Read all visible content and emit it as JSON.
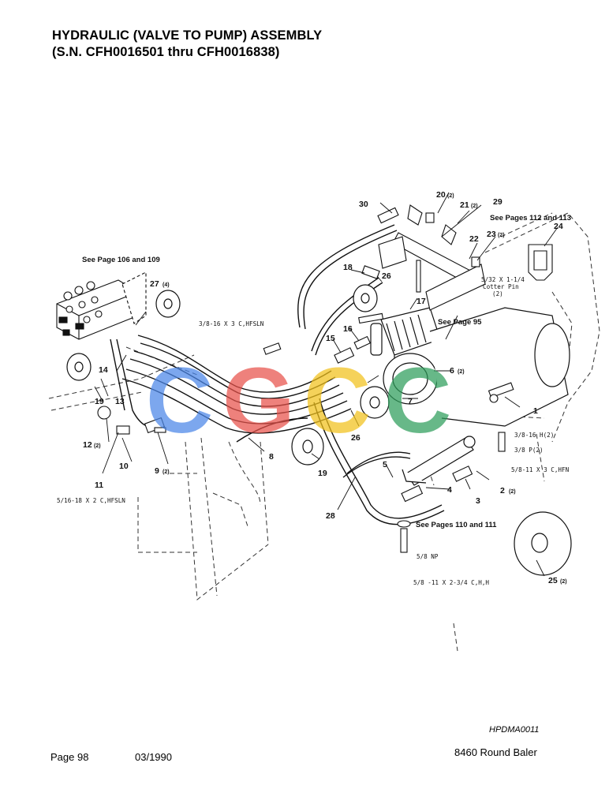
{
  "header": {
    "title_line1": "HYDRAULIC (VALVE TO PUMP) ASSEMBLY",
    "title_line2": "(S.N. CFH0016501 thru CFH0016838)"
  },
  "refs": {
    "see_106": "See Page 106 and 109",
    "see_112": "See Pages 112 and 113",
    "see_95": "See Page 95",
    "see_110": "See Pages 110 and 111"
  },
  "parts": {
    "p1": "1",
    "p2": "2",
    "p2q": "(2)",
    "p3": "3",
    "p4": "4",
    "p5": "5",
    "p6": "6",
    "p6q": "(2)",
    "p7": "7",
    "p8": "8",
    "p9": "9",
    "p9q": "(2)",
    "p10": "10",
    "p11": "11",
    "p12": "12",
    "p12q": "(2)",
    "p13": "13",
    "p14": "14",
    "p15": "15",
    "p16": "16",
    "p17": "17",
    "p18": "18",
    "p19a": "19",
    "p19b": "19",
    "p20": "20",
    "p20q": "(2)",
    "p21": "21",
    "p21q": "(2)",
    "p22": "22",
    "p23": "23",
    "p23q": "(2)",
    "p24": "24",
    "p25": "25",
    "p25q": "(2)",
    "p26a": "26",
    "p26b": "26",
    "p27": "27",
    "p27q": "(4)",
    "p28": "28",
    "p29": "29",
    "p30": "30"
  },
  "hardware": {
    "h1": "3/8-16 X 3 C,HFSLN",
    "h2": "5/32 X 1-1/4",
    "h3": "Cotter Pin",
    "h3q": "(2)",
    "h4": "3/8-16 H(2)",
    "h5": "3/8 P(2)",
    "h6": "5/8-11 X 3 C,HFN",
    "h7": "5/16-18 X 2 C,HFSLN",
    "h8": "5/8 NP",
    "h9": "5/8 -11 X 2-3/4 C,H,H"
  },
  "watermark": {
    "c1": "C",
    "c2": "G",
    "c3": "C",
    "c4": "C"
  },
  "footer": {
    "page": "Page 98",
    "date": "03/1990",
    "product": "8460 Round Baler",
    "code": "HPDMA0011"
  },
  "colors": {
    "blue": "#4a86e8",
    "red": "#e8524a",
    "yellow": "#f2c21b",
    "green": "#2e9e5b"
  }
}
